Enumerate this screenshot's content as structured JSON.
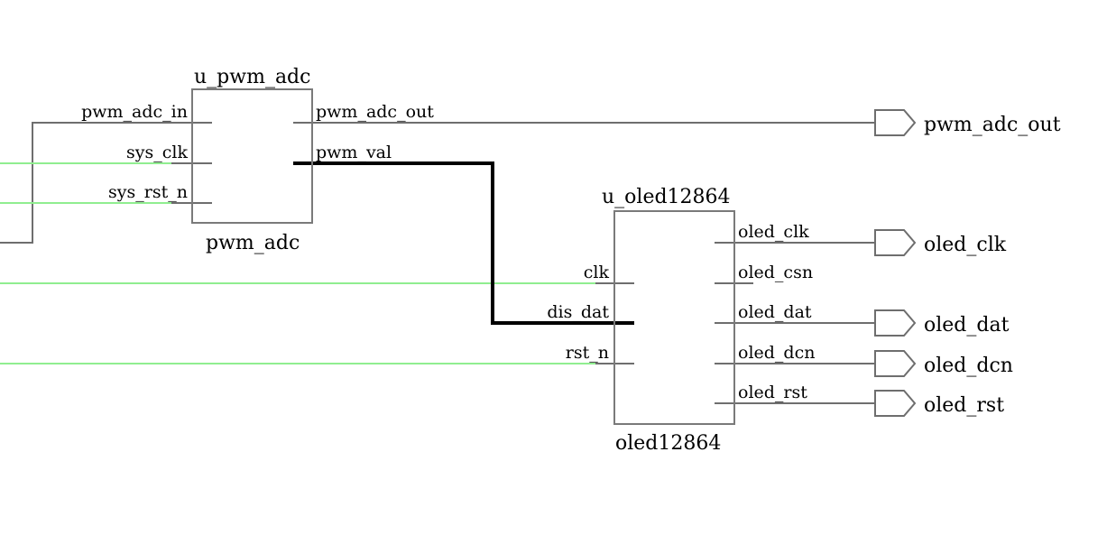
{
  "colors": {
    "wire": "#6e6e6e",
    "net_active": "#90ee90",
    "bus": "#000000",
    "block_border": "#7a7a7a",
    "text": "#000000",
    "background": "#ffffff"
  },
  "pwm_block": {
    "instance_name": "u_pwm_adc",
    "module_name": "pwm_adc",
    "inputs": [
      "pwm_adc_in",
      "sys_clk",
      "sys_rst_n"
    ],
    "outputs": [
      "pwm_adc_out",
      "pwm_val"
    ]
  },
  "oled_block": {
    "instance_name": "u_oled12864",
    "module_name": "oled12864",
    "inputs": [
      "clk",
      "dis_dat",
      "rst_n"
    ],
    "outputs": [
      "oled_clk",
      "oled_csn",
      "oled_dat",
      "oled_dcn",
      "oled_rst"
    ]
  },
  "output_ports": [
    "pwm_adc_out",
    "oled_clk",
    "oled_dat",
    "oled_dcn",
    "oled_rst"
  ]
}
